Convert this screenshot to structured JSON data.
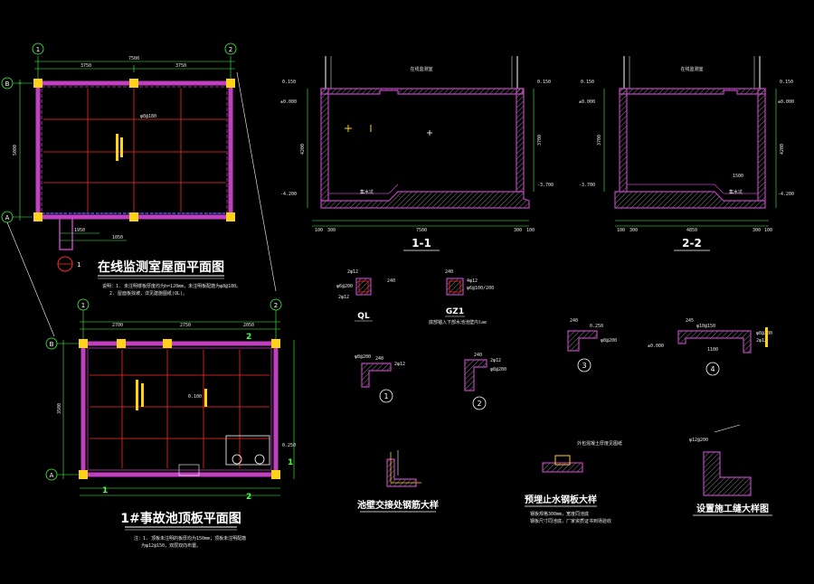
{
  "colors": {
    "background": "#000000",
    "wall": "#c040c0",
    "grid": "#ff2a2a",
    "dim": "#3cff3c",
    "column": "#ffd21a",
    "text": "#ffffff",
    "hatch": "#bdbdbd",
    "beam_blue": "#3a5cff"
  },
  "roof_plan": {
    "title": "在线监测室屋面平面图",
    "axes": {
      "top_left": "1",
      "top_right": "2",
      "left_top": "B",
      "left_bottom": "A"
    },
    "top_dims": [
      "3750",
      "3750"
    ],
    "total_dim": "7500",
    "side_dim": "5000",
    "bottom_dims": [
      "1950",
      "1050"
    ],
    "callout": "1",
    "notes": [
      "说明：1. 未注明楼板厚度均为h=120mm，未注明板配筋为φ8@180。",
      "2. 屋面板找坡，详见建施图纸(QL)。"
    ]
  },
  "pool_plan": {
    "title": "1#事故池顶板平面图",
    "axes": {
      "top_left": "1",
      "top_right": "2",
      "left_top": "B",
      "left_bottom": "A"
    },
    "top_dims": [
      "2700",
      "2750",
      "2050"
    ],
    "side_dim": "3500",
    "section_marks": [
      "1",
      "1",
      "2",
      "2"
    ],
    "labels": [
      "0.100",
      "0.250"
    ],
    "notes": [
      "注：1. 顶板未注明的板厚均为150mm；顶板未注明配筋",
      "为φ12@150，双层双向布置。"
    ]
  },
  "section_1": {
    "title": "1-1",
    "room_label": "在线监测室",
    "levels_left": [
      "0.150",
      "±0.000",
      "-4.200"
    ],
    "levels_right": [
      "0.150",
      "-3.700"
    ],
    "side_dims": [
      "4200",
      "3700"
    ],
    "bottom_dims": [
      "100",
      "300",
      "7500",
      "300",
      "100"
    ],
    "pit_label": "集水坑"
  },
  "section_2": {
    "title": "2-2",
    "room_label": "在线监测室",
    "levels_left": [
      "0.150",
      "±0.000",
      "-3.700"
    ],
    "levels_right": [
      "0.150",
      "±0.000",
      "-4.200"
    ],
    "side_dims": [
      "3700",
      "4200"
    ],
    "bottom_dims": [
      "100",
      "300",
      "4850",
      "300",
      "100"
    ],
    "pit_label": "集水坑",
    "dim_1500": "1500"
  },
  "details": {
    "ql": {
      "title": "QL",
      "rebar": [
        "2φ12",
        "φ6@200",
        "2φ12"
      ],
      "size": "240"
    },
    "gz1": {
      "title": "GZ1",
      "rebar": [
        "4φ12",
        "φ6@100/200"
      ],
      "size": "240",
      "note": "底部锚入下部水池池壁内lae"
    },
    "d1": {
      "num": "1",
      "rebar": [
        "φ8@200",
        "2φ12"
      ],
      "dim": "240"
    },
    "d2": {
      "num": "2",
      "rebar": [
        "2φ12",
        "φ8@200"
      ],
      "dim": "240"
    },
    "d3": {
      "num": "3",
      "rebar": [
        "0.250",
        "φ8@200"
      ],
      "dim": "240"
    },
    "d4": {
      "num": "4",
      "rebar": [
        "φ10@150",
        "φ8@200",
        "2φ12"
      ],
      "dims": [
        "245",
        "1100"
      ],
      "level": "±0.000"
    }
  },
  "detail_titles": {
    "wall_joint": "池壁交接处钢筋大样",
    "water_stop": "预埋止水钢板大样",
    "construction_joint": "设置施工缝大样图"
  },
  "water_stop_notes": [
    "钢板规格300mm，宽度同池底",
    "钢板尺寸同池底，厂家资质证书到场验收"
  ],
  "water_stop_label": "外包混凝土厚度见图纸"
}
